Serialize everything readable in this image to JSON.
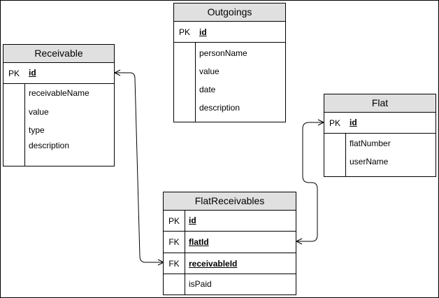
{
  "entities": {
    "outgoings": {
      "name": "Outgoings",
      "pk_label": "PK",
      "pk_field": "id",
      "attributes": [
        "personName",
        "value",
        "date",
        "description"
      ]
    },
    "receivable": {
      "name": "Receivable",
      "pk_label": "PK",
      "pk_field": "id",
      "attributes": [
        "receivableName",
        "value",
        "type",
        "description"
      ]
    },
    "flat": {
      "name": "Flat",
      "pk_label": "PK",
      "pk_field": "id",
      "attributes": [
        "flatNumber",
        "userName"
      ]
    },
    "flat_receivables": {
      "name": "FlatReceivables",
      "keys": [
        {
          "label": "PK",
          "field": "id"
        },
        {
          "label": "FK",
          "field": "flatId"
        },
        {
          "label": "FK",
          "field": "receivableId"
        }
      ],
      "attributes": [
        "isPaid"
      ]
    }
  },
  "relationships": [
    {
      "from": "Receivable.id",
      "to": "FlatReceivables.receivableId",
      "from_end": "many",
      "to_end": "many"
    },
    {
      "from": "Flat.id",
      "to": "FlatReceivables.flatId",
      "from_end": "many",
      "to_end": "many"
    }
  ],
  "colors": {
    "header_fill": "#e0e0e0",
    "border": "#000000",
    "background": "#ffffff"
  }
}
